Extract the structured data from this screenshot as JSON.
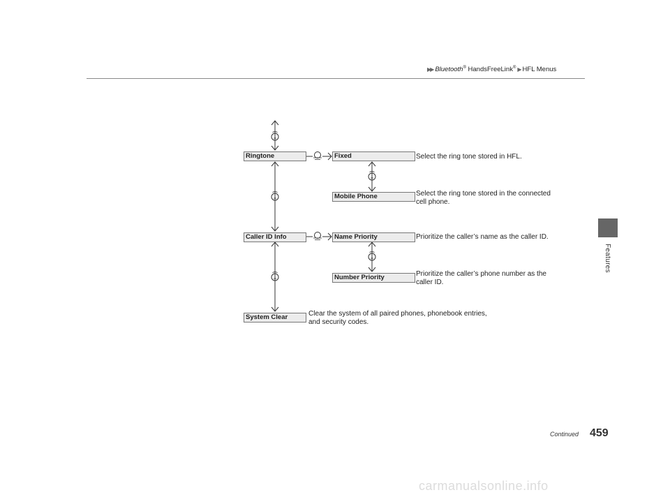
{
  "breadcrumb": {
    "part1": "Bluetooth",
    "reg1": "®",
    "part2": " HandsFreeLink",
    "reg2": "®",
    "part3": "HFL Menus"
  },
  "side_tab": {
    "label": "Features"
  },
  "menu": {
    "ringtone": "Ringtone",
    "fixed": "Fixed",
    "mobile_phone": "Mobile Phone",
    "caller_id_info": "Caller ID Info",
    "name_priority": "Name Priority",
    "number_priority": "Number Priority",
    "system_clear": "System Clear"
  },
  "descriptions": {
    "fixed": "Select the ring tone stored in HFL.",
    "mobile_phone_1": "Select the ring tone stored in the connected",
    "mobile_phone_2": "cell phone.",
    "name_priority": "Prioritize the caller’s name as the caller ID.",
    "number_priority_1": "Prioritize the caller’s phone number as the",
    "number_priority_2": "caller ID.",
    "system_clear_1": "Clear the system of all paired phones, phonebook entries,",
    "system_clear_2": "and security codes."
  },
  "icons": {
    "rotate": "rotate-knob-icon",
    "press": "press-knob-icon"
  },
  "footer": {
    "continued": "Continued",
    "page_number": "459"
  },
  "watermark": "carmanualsonline.info"
}
